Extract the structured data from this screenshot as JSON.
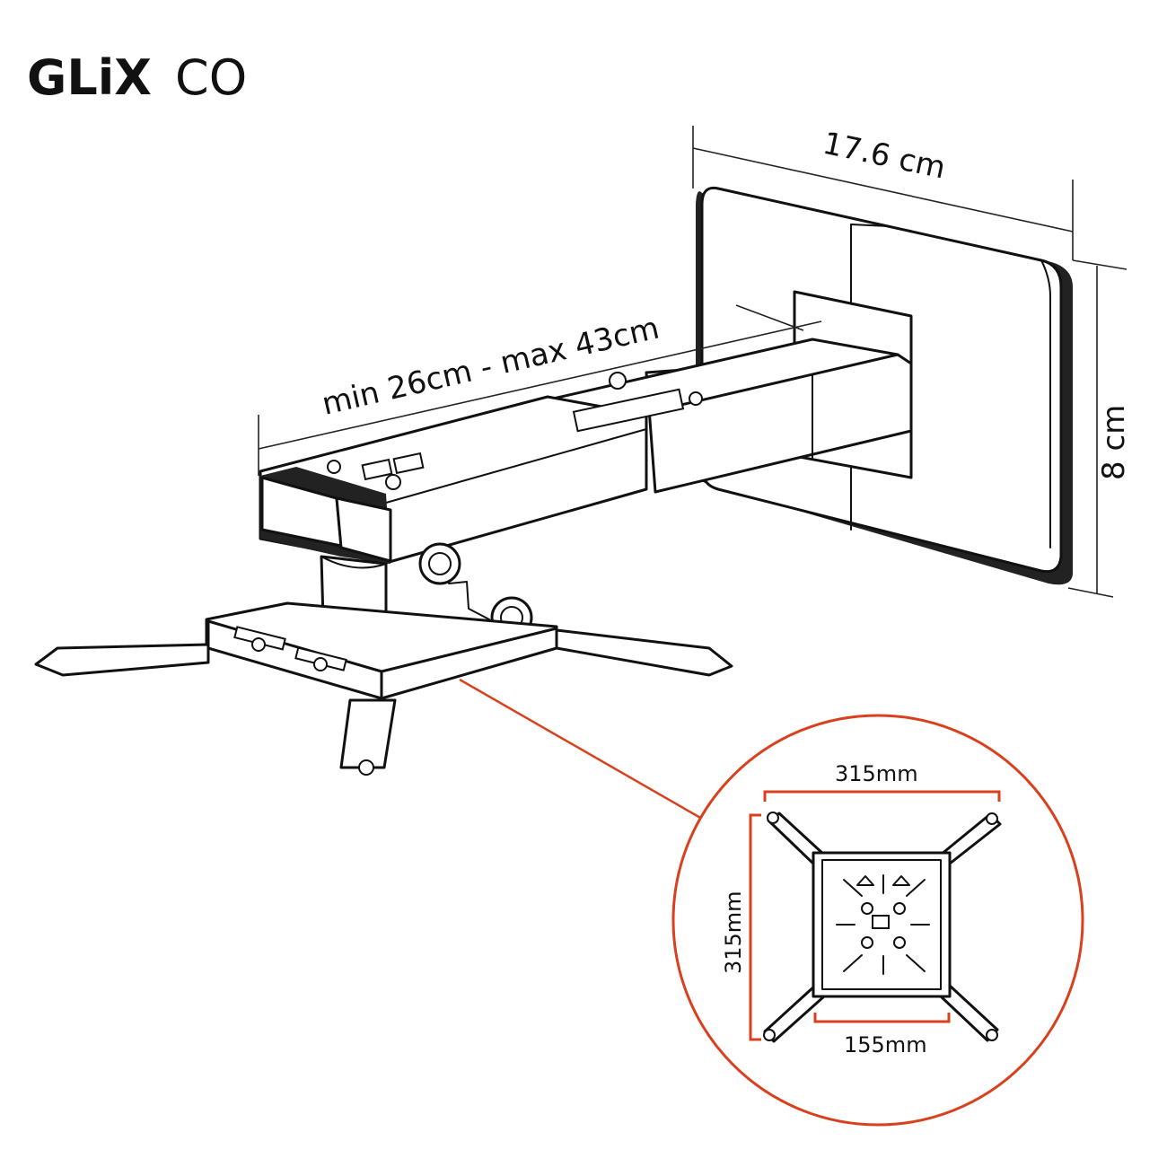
{
  "brand": {
    "logo_bold": "GLiX",
    "logo_light": "CO"
  },
  "dimensions": {
    "plate_width": "17.6 cm",
    "plate_height": "8 cm",
    "arm_extension": "min 26cm - max 43cm"
  },
  "detail": {
    "top_span": "315mm",
    "side_span": "315mm",
    "bottom_span": "155mm"
  },
  "colors": {
    "accent": "#d9411e",
    "ink": "#111111"
  }
}
